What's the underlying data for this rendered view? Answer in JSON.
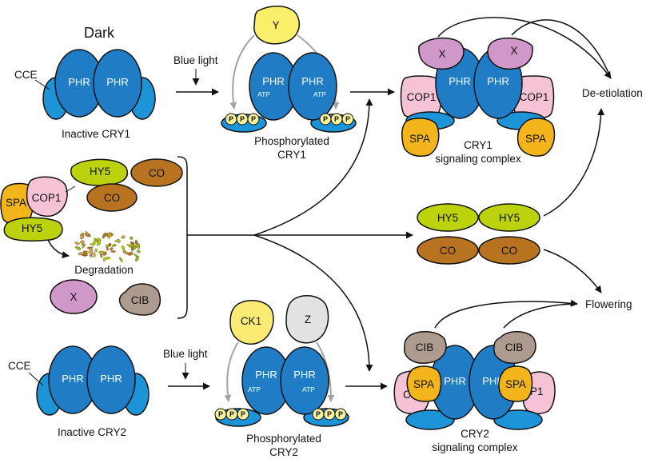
{
  "colors": {
    "phr": "#1f7cc5",
    "cce": "#1d93d8",
    "y": "#f9ef6a",
    "x": "#cf98c9",
    "cop1": "#f6c3d6",
    "spa": "#f4b51c",
    "hy5": "#bcd20c",
    "co": "#b7731f",
    "cib": "#ac9b8e",
    "ck1": "#fbeb74",
    "z": "#e2e2e2",
    "p": "#faf39d",
    "arrow": "#111111",
    "grey_arrow": "#a3a3a3"
  },
  "text": {
    "dark": "Dark",
    "cce": "CCE",
    "phr": "PHR",
    "atp": "ATP",
    "p": "P",
    "blue_light": "Blue light",
    "inactive_cry1": "Inactive CRY1",
    "phos_cry1_l1": "Phosphorylated",
    "phos_cry1_l2": "CRY1",
    "cry1_complex_l1": "CRY1",
    "cry1_complex_l2": "signaling complex",
    "y": "Y",
    "x": "X",
    "cop1": "COP1",
    "spa": "SPA",
    "de_etiolation": "De-etiolation",
    "hy5": "HY5",
    "co": "CO",
    "degradation": "Degradation",
    "cib": "CIB",
    "flowering": "Flowering",
    "ck1": "CK1",
    "z": "Z",
    "inactive_cry2": "Inactive CRY2",
    "phos_cry2_l1": "Phosphorylated",
    "phos_cry2_l2": "CRY2",
    "cry2_complex_l1": "CRY2",
    "cry2_complex_l2": "signaling complex",
    "p1": "P1"
  }
}
